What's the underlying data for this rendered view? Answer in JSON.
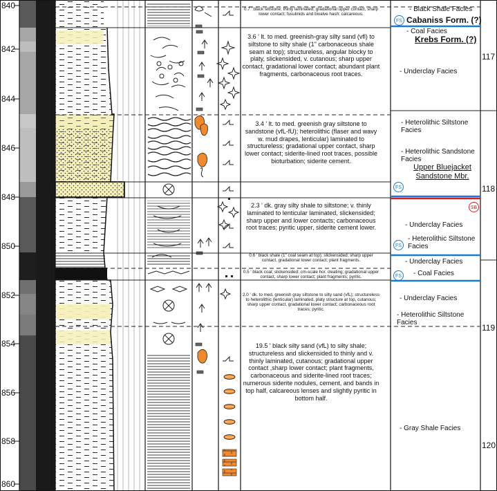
{
  "depth_ticks": [
    "840",
    "842",
    "844",
    "846",
    "848",
    "850",
    "852",
    "854",
    "856",
    "858",
    "860"
  ],
  "descriptions": [
    {
      "text": "0.7 ' black siltstone; thinly laminated; gradational upper contact, sharp lower contact; fusulinids and bivalve hash; calcareous.",
      "size": "small"
    },
    {
      "text": "3.6 ' lt. to med. greenish-gray silty sand (vfl) to siltstone to silty shale (1\" carbonaceous shale seam at top); structureless, angular blocky to platy, slickensided, v. cutanous; sharp upper contact, gradational lower contact; abundant plant fragments, carbonaceous root traces.",
      "size": "normal"
    },
    {
      "text": "3.4 ' lt. to med. greenish gray siltstone to sandstone (vfL-fU); heterolithic (flaser and wavy w. mud drapes, lenticular) laminated to structureless; gradational upper contact, sharp lower contact; siderite-lined root traces, possible bioturbation; siderite cement.",
      "size": "normal"
    },
    {
      "text": "2.3 ' dk. gray silty shale to siltstone; v. thinly laminated to lenticular laminated, slickensided; sharp upper and lower contacts; carbonaceous root traces; pyritic upper, siderite cement lower.",
      "size": "normal"
    },
    {
      "text": "0.6 ' black shale (1\" coal seam at top); slickensided; sharp upper contact, gradational lower contact; plant fragments.",
      "size": "small"
    },
    {
      "text": "0.5 ' black coal; slickensided; cm-scale hor. cleating; gradational upper contact, sharp lower contact; plant fragments; pyritic.",
      "size": "small"
    },
    {
      "text": "2.0 ' dk. to med. greenish gray siltstone to silty sand (vfL); structureless to heterolithic (lenticular) laminated, platy structure at top, cutanous; sharp upper contact, gradational lower contact; carbonaceous root traces; pyritic.",
      "size": "small"
    },
    {
      "text": "19.5 ' black silty sand (vfL) to silty shale; structureless and slickensided to thinly and v. thinly laminated, cutanous; gradational upper contact ,sharp lower contact; plant fragments, carbonaceous and siderite-lined root traces; numerous siderite nodules, cement, and bands in top half, calcareous lenses and slightly pyritic in bottom half.",
      "size": "normal"
    }
  ],
  "facies": [
    "- Black Shale Facies",
    "- Coal Facies",
    "- Underclay Facies",
    "- Heterolithic Siltstone Facies",
    "- Heterolithic Sandstone Facies",
    "- Underclay Facies",
    "- Heterolithic Siltstone Facies",
    "- Underclay Facies",
    "- Coal Facies",
    "- Underclay Facies",
    "- Heterolithic Siltstone Facies",
    "- Gray Shale Facies"
  ],
  "formations": [
    "Cabaniss Form. (?)",
    "Krebs Form. (?)"
  ],
  "member": "Upper Bluejacket Sandstone Mbr.",
  "surface_badges": [
    "FS",
    "FS",
    "SB",
    "FS",
    "FS"
  ],
  "core_boxes": [
    "117",
    "118",
    "119",
    "120"
  ],
  "colors": {
    "sandstone_fill": "#f6f0b8",
    "siderite_orange": "#f08a2c",
    "flooding_surface": "#1a7bd0",
    "sequence_boundary": "#d02020"
  },
  "icon_names": [
    "root-trace-icon",
    "plant-fragment-icon",
    "siderite-nodule-icon",
    "pyrite-crystal-icon",
    "slickenside-icon",
    "bioturbation-icon",
    "bivalve-icon"
  ]
}
